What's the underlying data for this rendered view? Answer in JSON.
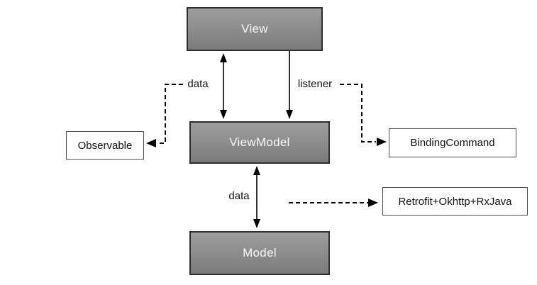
{
  "nodes": {
    "view": {
      "label": "View"
    },
    "viewmodel": {
      "label": "ViewModel"
    },
    "model": {
      "label": "Model"
    },
    "observable": {
      "label": "Observable"
    },
    "binding_command": {
      "label": "BindingCommand"
    },
    "retrofit": {
      "label": "Retrofit+Okhttp+RxJava"
    }
  },
  "edge_labels": {
    "view_viewmodel_data": "data",
    "view_viewmodel_listener": "listener",
    "viewmodel_model_data": "data"
  },
  "colors": {
    "node_fill_top": "#9e9e9e",
    "node_fill_bottom": "#7b7b7b",
    "node_border": "#2e2e2e",
    "white_box_border": "#4d4d4d",
    "arrow": "#000000",
    "background": "#ffffff"
  }
}
